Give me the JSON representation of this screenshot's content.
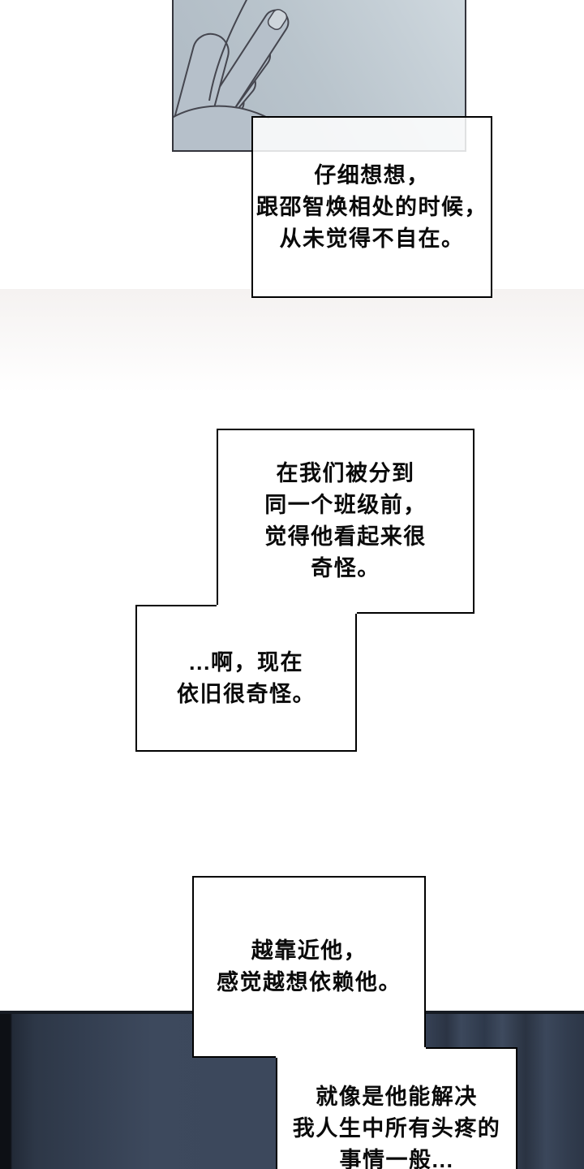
{
  "page": {
    "kind": "webtoon-comic-page",
    "background": "#ffffff"
  },
  "colors": {
    "bubble_border": "#000000",
    "bubble_fill": "#ffffff",
    "text": "#0a0a0a",
    "hand_panel_bg": "#b9c4cc",
    "hand_outline": "#45464f",
    "hand_fill": "#b6c0ca",
    "nail_fill": "#ced5db",
    "dark_panel_base": "#3a4559",
    "dark_panel_edge": "#0d1015"
  },
  "panels": {
    "hand": {
      "name": "hand-artwork"
    },
    "dark_room": {
      "name": "dark-room-artwork"
    }
  },
  "bubbles": [
    {
      "name": "narration-1",
      "lines": [
        "仔细想想，",
        "跟邵智焕相处的时候，",
        "从未觉得不自在。"
      ]
    },
    {
      "name": "narration-2",
      "lines": [
        "在我们被分到",
        "同一个班级前，",
        "觉得他看起来很",
        "奇怪。"
      ]
    },
    {
      "name": "narration-3",
      "lines": [
        "...啊，现在",
        "依旧很奇怪。"
      ]
    },
    {
      "name": "narration-4",
      "lines": [
        "越靠近他，",
        "感觉越想依赖他。"
      ]
    },
    {
      "name": "narration-5",
      "lines": [
        "就像是他能解决",
        "我人生中所有头疼的",
        "事情一般..."
      ]
    }
  ]
}
